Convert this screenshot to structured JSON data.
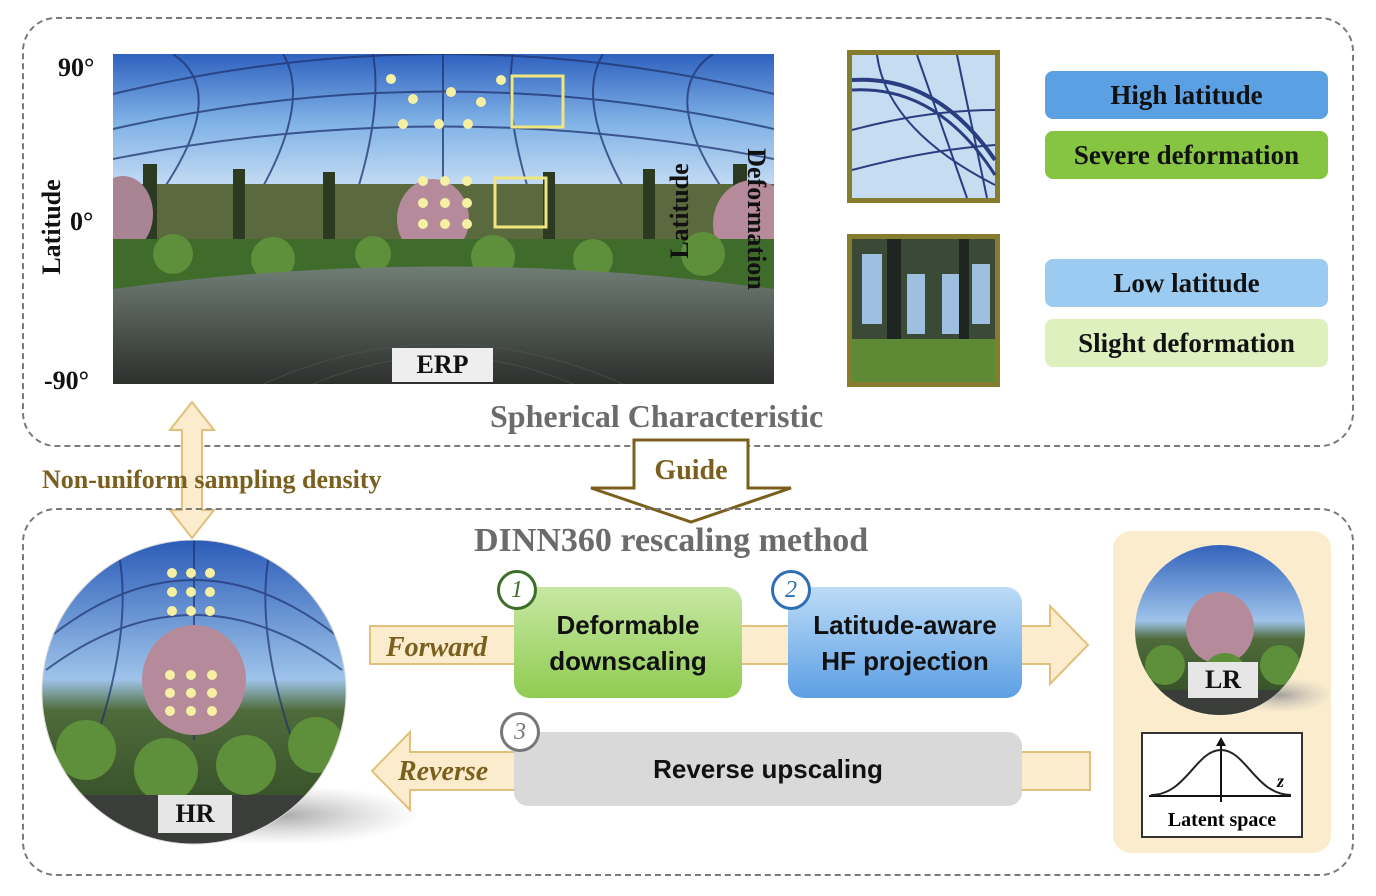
{
  "top": {
    "lat_labels": {
      "top": "90°",
      "mid": "0°",
      "bottom": "-90°"
    },
    "latitude_axis": "Latitude",
    "erp_label": "ERP",
    "vert_latitude": "Latitude",
    "vert_deformation": "Deformation",
    "tags": {
      "high_latitude": "High latitude",
      "severe_deformation": "Severe deformation",
      "low_latitude": "Low latitude",
      "slight_deformation": "Slight deformation"
    },
    "section_title": "Spherical Characteristic"
  },
  "middle": {
    "sampling_label": "Non-uniform sampling density",
    "guide_label": "Guide"
  },
  "bottom": {
    "method_title": "DINN360 rescaling method",
    "forward_label": "Forward",
    "reverse_label": "Reverse",
    "step1": {
      "num": "1",
      "line1": "Deformable",
      "line2": "downscaling"
    },
    "step2": {
      "num": "2",
      "line1": "Latitude-aware",
      "line2": "HF projection"
    },
    "step3": {
      "num": "3",
      "text": "Reverse upscaling"
    },
    "hr_label": "HR",
    "lr_label": "LR",
    "latent_axis": "z",
    "latent_label": "Latent space"
  },
  "colors": {
    "olive": "#7a5f1d",
    "high_latitude": "#5aa0e3",
    "severe_deformation": "#86c542",
    "low_latitude": "#9ccbf2",
    "slight_deformation": "#dff0bf",
    "step1_num": "#3c6e28",
    "step2_num": "#2f6fb6",
    "step3_num": "#777777"
  }
}
